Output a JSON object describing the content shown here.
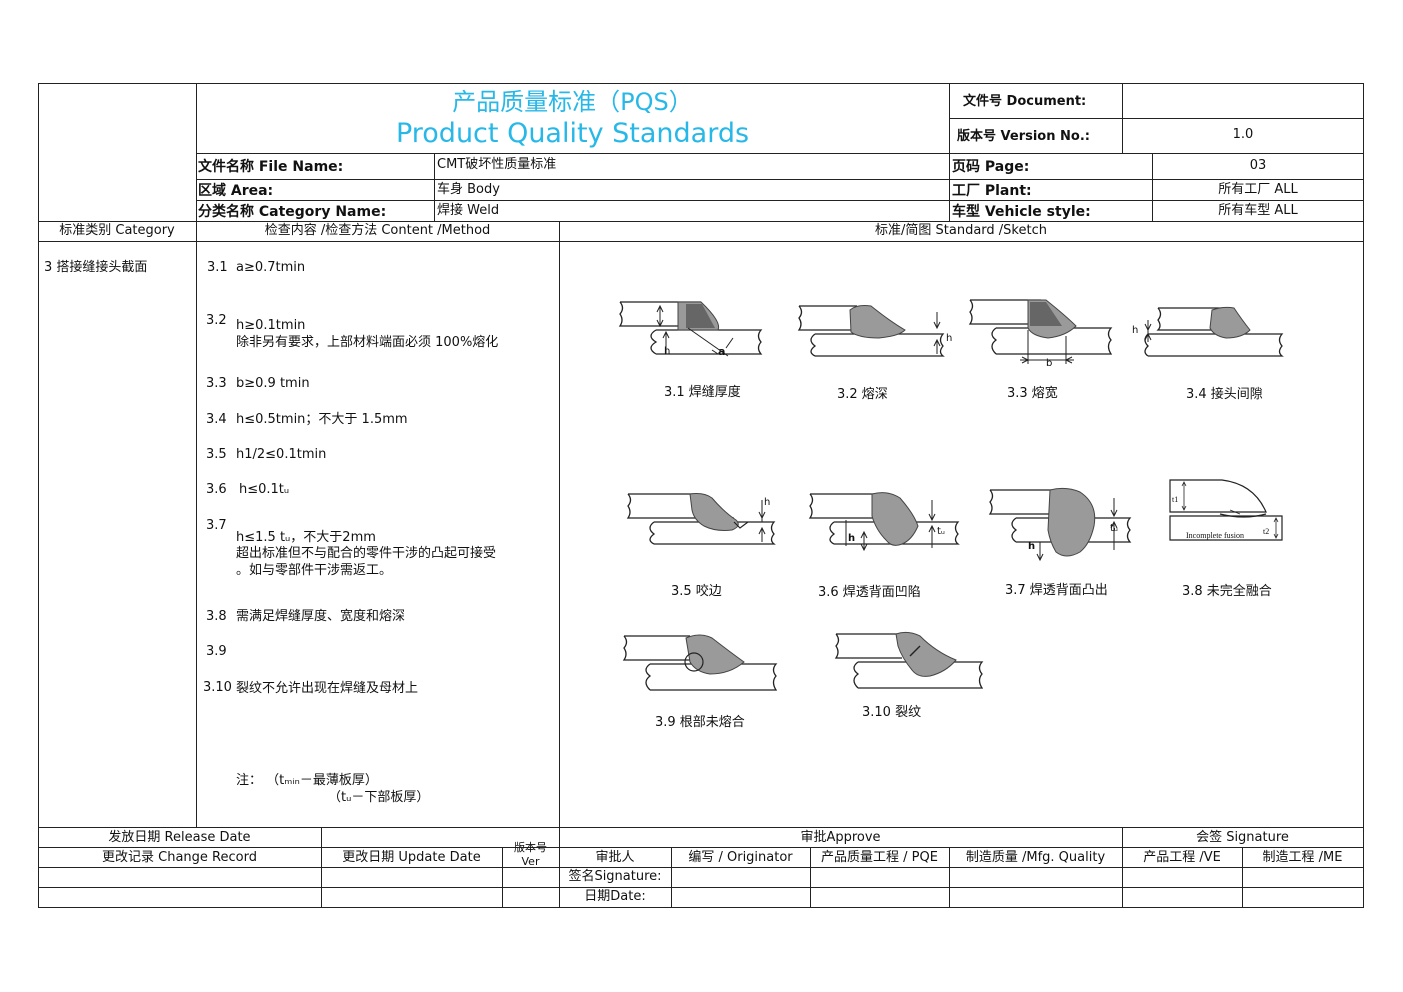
{
  "header": {
    "title_cn": "产品质量标准（PQS）",
    "title_en": "Product Quality Standards",
    "document_label": "文件号 Document:",
    "document_value": "",
    "version_label": "版本号 Version No.:",
    "version_value": "1.0",
    "file_name_label": "文件名称 File Name:",
    "file_name_value": "CMT破坏性质量标准",
    "page_label": "页码 Page:",
    "page_value": "03",
    "area_label": "区域 Area:",
    "area_value": "车身  Body",
    "plant_label": "工厂 Plant:",
    "plant_value": "所有工厂 ALL",
    "category_name_label": "分类名称 Category Name:",
    "category_name_value": "焊接  Weld",
    "vehicle_label": "车型 Vehicle style:",
    "vehicle_value": "所有车型 ALL"
  },
  "columns": {
    "category": "标准类别 Category",
    "content": "检查内容 /检查方法 Content /Method",
    "standard": "标准/简图 Standard /Sketch"
  },
  "category_value": "3 搭接缝接头截面",
  "items": [
    {
      "num": "3.1",
      "line1": "a≥0.7tmin",
      "line2": "",
      "line3": ""
    },
    {
      "num": "3.2",
      "line1": "h≥0.1tmin",
      "line2": "除非另有要求，上部材料端面必须 100%熔化",
      "line3": ""
    },
    {
      "num": "3.3",
      "line1": "b≥0.9 tmin",
      "line2": "",
      "line3": ""
    },
    {
      "num": "3.4",
      "line1": "h≤0.5tmin；不大于 1.5mm",
      "line2": "",
      "line3": ""
    },
    {
      "num": "3.5",
      "line1": "h1/2≤0.1tmin",
      "line2": "",
      "line3": ""
    },
    {
      "num": "3.6",
      "line1": "h≤0.1tᵤ",
      "line2": "",
      "line3": ""
    },
    {
      "num": "3.7",
      "line1": "h≤1.5 tᵤ，不大于2mm",
      "line2": "超出标准但不与配合的零件干涉的凸起可接受",
      "line3": "。如与零部件干涉需返工。"
    },
    {
      "num": "3.8",
      "line1": "需满足焊缝厚度、宽度和熔深",
      "line2": "",
      "line3": ""
    },
    {
      "num": "3.9",
      "line1": "",
      "line2": "",
      "line3": ""
    },
    {
      "num": "3.10",
      "line1": "裂纹不允许出现在焊缝及母材上",
      "line2": "",
      "line3": ""
    }
  ],
  "notes": {
    "line1": "注：   （tₘᵢₙ－最薄板厚）",
    "line2": "（tᵤ－下部板厚）"
  },
  "sketches": [
    {
      "caption": "3.1  焊缝厚度"
    },
    {
      "caption": "3.2  熔深"
    },
    {
      "caption": "3.3  熔宽"
    },
    {
      "caption": "3.4  接头间隙"
    },
    {
      "caption": "3.5  咬边"
    },
    {
      "caption": "3.6  焊透背面凹陷"
    },
    {
      "caption": "3.7  焊透背面凸出"
    },
    {
      "caption": "3.8  未完全融合"
    },
    {
      "caption": "3.9 根部未熔合"
    },
    {
      "caption": "3.10  裂纹"
    }
  ],
  "sketch_labels": {
    "h": "h",
    "a": "a",
    "b": "b",
    "tu": "tᵤ",
    "t1": "t1",
    "t2": "t2",
    "incomplete_fusion": "Incomplete fusion"
  },
  "footer": {
    "release_date": "发放日期  Release Date",
    "approve": "审批Approve",
    "signature": "会签  Signature",
    "change_record": "更改记录  Change Record",
    "update_date": "更改日期  Update Date",
    "version_cn": "版本号",
    "version_en": "Ver",
    "approver": "审批人",
    "originator": "编写  / Originator",
    "pqe": "产品质量工程  / PQE",
    "mfg_quality": "制造质量  /Mfg. Quality",
    "ve": "产品工程  /VE",
    "me": "制造工程  /ME",
    "signature_row": "签名Signature:",
    "date_row": "日期Date:"
  },
  "colors": {
    "title": "#27b8e8",
    "weld_fill": "#9a9a9a",
    "weld_dark": "#666666"
  }
}
